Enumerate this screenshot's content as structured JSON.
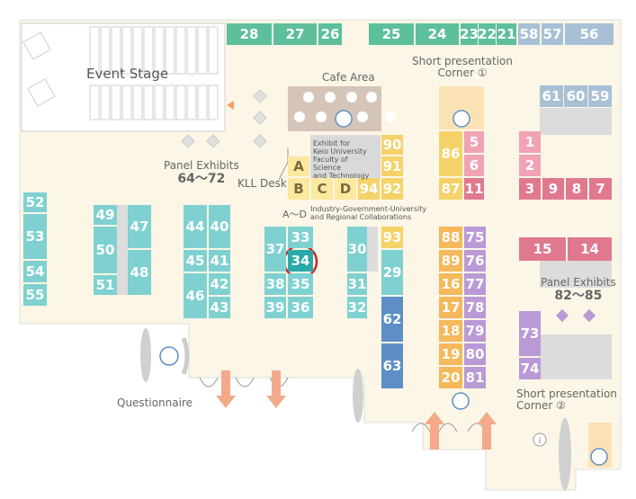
{
  "title": "",
  "colors": {
    "floor": "#fbf6e6",
    "green": "#5dbf9b",
    "teal": "#7fd1d1",
    "blue": "#5d8fc6",
    "steel": "#a8c0d6",
    "yellow": "#f5d36a",
    "yellowlight": "#fbe9a0",
    "orange": "#f5b85a",
    "pink": "#f0a3b5",
    "rose": "#e07890",
    "purple": "#b99ad6",
    "highlight": "#2aa9a9",
    "circle": "#d62020",
    "gray": "#dcdcdc",
    "cafe": "#d5c4b8"
  },
  "labels": {
    "event_stage": "Event Stage",
    "cafe_area": "Cafe Area",
    "short_presentation_1": [
      "Short presentation",
      "Corner ①"
    ],
    "short_presentation_2": [
      "Short presentation",
      "Corner ②"
    ],
    "panel_exhibits_1": [
      "Panel Exhibits",
      "64～72"
    ],
    "panel_exhibits_2": [
      "Panel Exhibits",
      "82～85"
    ],
    "kll_desk": "KLL Desk",
    "kll_box": [
      "Exhibit for",
      "Keio University",
      "Faculty of Science",
      "and Technology"
    ],
    "a_d": "A～D",
    "industry": [
      "Industry-Government-University",
      "and Regional Collaborations"
    ],
    "questionnaire": "Questionnaire"
  },
  "booths": [
    {
      "id": "28",
      "c": "green"
    },
    {
      "id": "27",
      "c": "green"
    },
    {
      "id": "26",
      "c": "green"
    },
    {
      "id": "25",
      "c": "green"
    },
    {
      "id": "24",
      "c": "green"
    },
    {
      "id": "23",
      "c": "green"
    },
    {
      "id": "22",
      "c": "green"
    },
    {
      "id": "21",
      "c": "green"
    },
    {
      "id": "58",
      "c": "steel"
    },
    {
      "id": "57",
      "c": "steel"
    },
    {
      "id": "56",
      "c": "steel"
    },
    {
      "id": "61",
      "c": "steel"
    },
    {
      "id": "60",
      "c": "steel"
    },
    {
      "id": "59",
      "c": "steel"
    },
    {
      "id": "90",
      "c": "yellow"
    },
    {
      "id": "91",
      "c": "yellow"
    },
    {
      "id": "92",
      "c": "yellow"
    },
    {
      "id": "94",
      "c": "yellow"
    },
    {
      "id": "A",
      "c": "yellowlight"
    },
    {
      "id": "B",
      "c": "yellowlight"
    },
    {
      "id": "C",
      "c": "yellowlight"
    },
    {
      "id": "D",
      "c": "yellowlight"
    },
    {
      "id": "86",
      "c": "yellow"
    },
    {
      "id": "87",
      "c": "yellow"
    },
    {
      "id": "5",
      "c": "pink"
    },
    {
      "id": "6",
      "c": "pink"
    },
    {
      "id": "11",
      "c": "rose"
    },
    {
      "id": "1",
      "c": "pink"
    },
    {
      "id": "2",
      "c": "pink"
    },
    {
      "id": "3",
      "c": "rose"
    },
    {
      "id": "9",
      "c": "rose"
    },
    {
      "id": "8",
      "c": "rose"
    },
    {
      "id": "7",
      "c": "rose"
    },
    {
      "id": "15",
      "c": "rose"
    },
    {
      "id": "14",
      "c": "rose"
    },
    {
      "id": "52",
      "c": "teal"
    },
    {
      "id": "53",
      "c": "teal"
    },
    {
      "id": "54",
      "c": "teal"
    },
    {
      "id": "55",
      "c": "teal"
    },
    {
      "id": "49",
      "c": "teal"
    },
    {
      "id": "50",
      "c": "teal"
    },
    {
      "id": "51",
      "c": "teal"
    },
    {
      "id": "47",
      "c": "teal"
    },
    {
      "id": "48",
      "c": "teal"
    },
    {
      "id": "44",
      "c": "teal"
    },
    {
      "id": "45",
      "c": "teal"
    },
    {
      "id": "46",
      "c": "teal"
    },
    {
      "id": "40",
      "c": "teal"
    },
    {
      "id": "41",
      "c": "teal"
    },
    {
      "id": "42",
      "c": "teal"
    },
    {
      "id": "43",
      "c": "teal"
    },
    {
      "id": "37",
      "c": "teal"
    },
    {
      "id": "33",
      "c": "teal"
    },
    {
      "id": "34",
      "c": "highlight"
    },
    {
      "id": "38",
      "c": "teal"
    },
    {
      "id": "35",
      "c": "teal"
    },
    {
      "id": "39",
      "c": "teal"
    },
    {
      "id": "36",
      "c": "teal"
    },
    {
      "id": "30",
      "c": "teal"
    },
    {
      "id": "31",
      "c": "teal"
    },
    {
      "id": "32",
      "c": "teal"
    },
    {
      "id": "93",
      "c": "yellow"
    },
    {
      "id": "29",
      "c": "teal"
    },
    {
      "id": "62",
      "c": "blue"
    },
    {
      "id": "63",
      "c": "blue"
    },
    {
      "id": "88",
      "c": "orange"
    },
    {
      "id": "89",
      "c": "orange"
    },
    {
      "id": "16",
      "c": "orange"
    },
    {
      "id": "17",
      "c": "orange"
    },
    {
      "id": "18",
      "c": "orange"
    },
    {
      "id": "19",
      "c": "orange"
    },
    {
      "id": "20",
      "c": "orange"
    },
    {
      "id": "75",
      "c": "purple"
    },
    {
      "id": "76",
      "c": "purple"
    },
    {
      "id": "77",
      "c": "purple"
    },
    {
      "id": "78",
      "c": "purple"
    },
    {
      "id": "79",
      "c": "purple"
    },
    {
      "id": "80",
      "c": "purple"
    },
    {
      "id": "81",
      "c": "purple"
    },
    {
      "id": "73",
      "c": "purple"
    },
    {
      "id": "74",
      "c": "purple"
    }
  ],
  "highlighted_booth": "34",
  "icons": [
    "presentation-screen-icon",
    "questionnaire-icon",
    "info-icon",
    "entrance-arrow-icon",
    "cafe-flower-icon"
  ]
}
